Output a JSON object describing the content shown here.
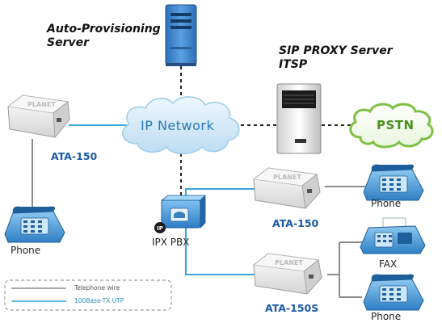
{
  "labels": {
    "auto_provisioning_line1": "Auto-Provisioning",
    "auto_provisioning_line2": "Server",
    "sip_proxy_line1": "SIP PROXY Server",
    "sip_proxy_line2": "ITSP",
    "ip_network": "IP Network",
    "pstn": "PSTN",
    "ata_left": "ATA-150",
    "ata_middle": "ATA-150",
    "ata_bottom": "ATA-150S",
    "ipx_pbx": "IPX PBX",
    "ip_badge": "IP",
    "phone_left": "Phone",
    "phone_top_right": "Phone",
    "fax": "FAX",
    "phone_bottom_right": "Phone",
    "device_brand": "PLANET"
  },
  "legend": {
    "telephone_wire": "Telephone wire",
    "utp": "100Base-TX UTP"
  },
  "colors": {
    "telephone_wire": "#8c8c8c",
    "utp": "#3aa6dc",
    "cloud": "#d6ebf8",
    "pstn_cloud": "#7cc144",
    "server_blue": "#3f86cf"
  },
  "icons": [
    "server-icon",
    "cloud-icon",
    "ata-device-icon",
    "phone-icon",
    "fax-icon",
    "pbx-icon"
  ]
}
